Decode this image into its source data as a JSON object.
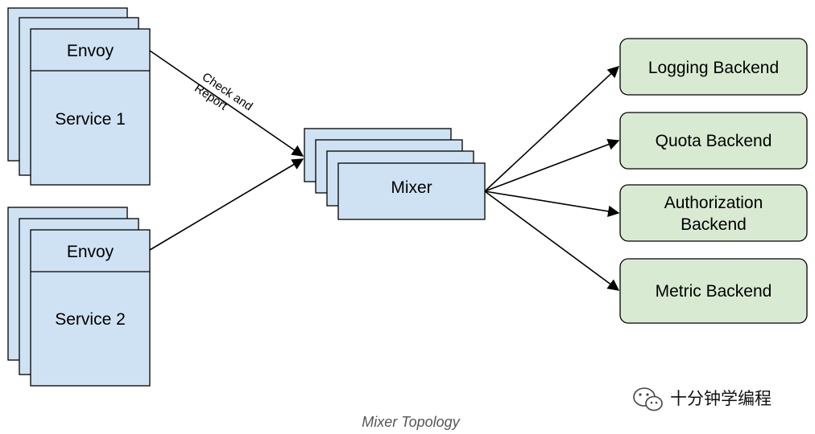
{
  "service_groups": [
    {
      "proxy_label": "Envoy",
      "service_label": "Service 1"
    },
    {
      "proxy_label": "Envoy",
      "service_label": "Service 2"
    }
  ],
  "mixer": {
    "label": "Mixer"
  },
  "edge_label": {
    "line1": "Check and",
    "line2": "Report"
  },
  "backends": [
    {
      "lines": [
        "Logging Backend"
      ]
    },
    {
      "lines": [
        "Quota Backend"
      ]
    },
    {
      "lines": [
        "Authorization",
        "Backend"
      ]
    },
    {
      "lines": [
        "Metric Backend"
      ]
    }
  ],
  "caption": "Mixer Topology",
  "watermark": {
    "text": "十分钟学编程",
    "icon": "wechat-icon"
  },
  "colors": {
    "service_fill": "#cfe2f3",
    "backend_fill": "#d9ead3",
    "stroke": "#000000"
  }
}
